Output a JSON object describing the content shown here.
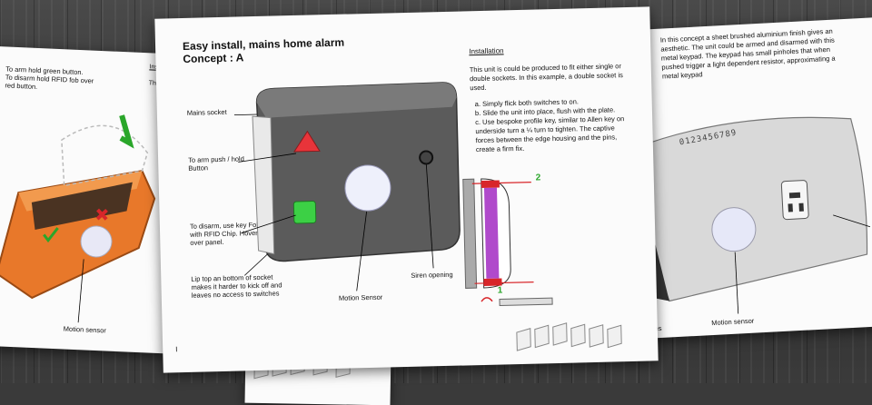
{
  "left_sheet": {
    "text_arm": "To arm hold green button.",
    "text_disarm": "To disarm hold RFID fob over red button.",
    "header_cut": "Insta",
    "text_cut": "This",
    "label_motion": "Motion sensor"
  },
  "center_sheet": {
    "title_line1": "Easy install, mains home alarm",
    "title_line2": "Concept : A",
    "label_mains": "Mains socket",
    "label_arm": "To arm push / hold Button",
    "label_disarm": "To disarm, use key Fob with RFID Chip. Hover over panel.",
    "label_lip": "Lip top an bottom of socket makes it harder to kick off and leaves no access to switches",
    "label_motion": "Motion Sensor",
    "label_siren": "Siren opening",
    "install_heading": "Installation",
    "install_intro": "This unit is could be produced to fit either single or double sockets. In this example, a double socket is used.",
    "step_a": "a.  Simply flick both switches to on.",
    "step_b": "b.  Slide the unit into place, flush with the plate.",
    "step_c": "c.  Use bespoke profile key, similar to Allen key on underside turn a ¼ turn to tighten. The captive forces between the edge housing and the pins, create a firm fix.",
    "diagram_num_2": "2",
    "diagram_num_1": "1",
    "page_mark": "I"
  },
  "right_sheet": {
    "description": "In this concept a sheet brushed aluminium finish gives an aesthetic. The unit could be armed and disarmed with this metal keypad. The keypad has small pinholes that when pushed trigger a light dependent resistor, approximating a metal keypad",
    "keypad_digits": "0123456789",
    "label_sides": "des",
    "label_motion": "Motion sensor"
  },
  "colors": {
    "orange_body": "#e8782a",
    "grey_body": "#5b5b5b",
    "red_button": "#e8343a",
    "green_button": "#3cd045",
    "accent_green": "#2aa62a",
    "accent_red": "#d8262a"
  }
}
